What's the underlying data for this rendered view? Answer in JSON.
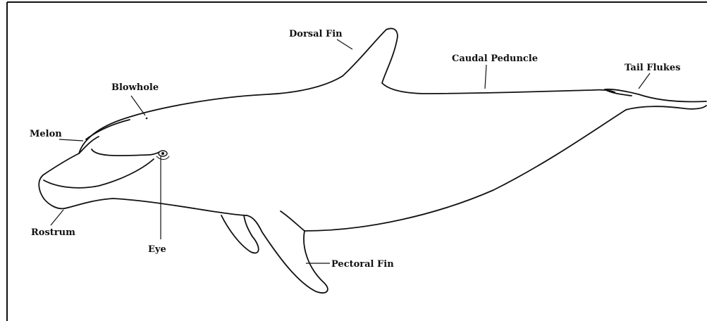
{
  "labels": {
    "dorsal_fin": "Dorsal Fin",
    "caudal_peduncle": "Caudal Peduncle",
    "tail_flukes": "Tail Flukes",
    "blowhole": "Blowhole",
    "melon": "Melon",
    "rostrum": "Rostrum",
    "eye": "Eye",
    "pectoral_fin": "Pectoral Fin"
  }
}
